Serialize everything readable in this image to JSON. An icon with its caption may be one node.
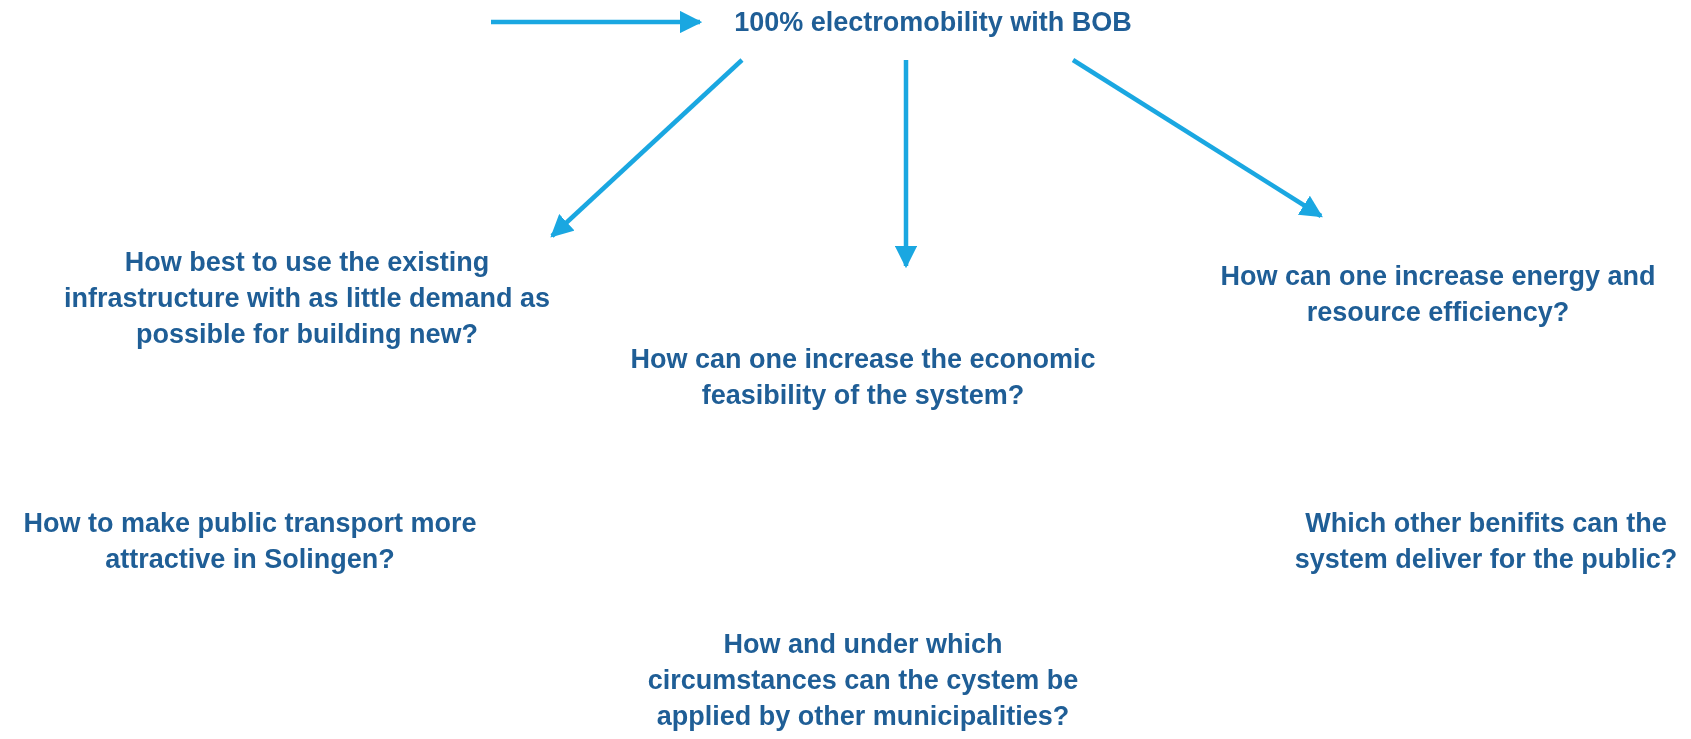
{
  "diagram": {
    "nodes": [
      {
        "text": [
          "100% electromobility with BOB"
        ]
      },
      {
        "text": [
          "How best to use the existing infrastructure with as little demand as possible for building new?"
        ]
      },
      {
        "text": [
          "How can one increase the economic feasibility of the system?"
        ]
      },
      {
        "text": [
          "How can one increase energy and resource efficiency?"
        ]
      },
      {
        "text": [
          "How to make public transport more attractive in Solingen?"
        ]
      },
      {
        "text": [
          "Which other benifits can the system deliver for the public?"
        ]
      },
      {
        "text": [
          "How and under which circumstances can the cystem be applied by other municipalities?"
        ]
      }
    ],
    "edges": [
      {
        "from": null,
        "to": 0,
        "arrow": "to"
      },
      {
        "from": 0,
        "to": 1,
        "arrow": "to"
      },
      {
        "from": 0,
        "to": 2,
        "arrow": "to"
      },
      {
        "from": 0,
        "to": 3,
        "arrow": "to"
      }
    ]
  }
}
